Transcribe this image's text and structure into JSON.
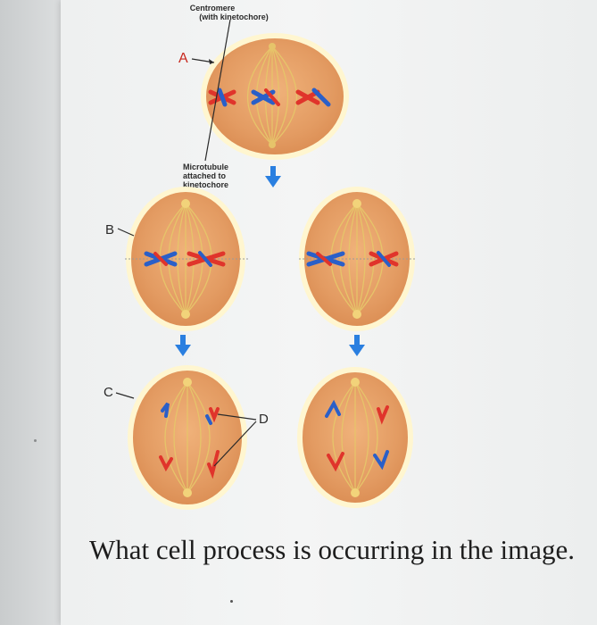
{
  "labels": {
    "centromere_line1": "Centromere",
    "centromere_line2": "(with kinetochore)",
    "microtubule_line1": "Microtubule",
    "microtubule_line2": "attached to",
    "microtubule_line3": "kinetochore",
    "a": "A",
    "b": "B",
    "c": "C",
    "d": "D"
  },
  "question": "What cell process is occurring in the image.",
  "colors": {
    "cell_fill": "#e39b62",
    "cell_edge": "#fff6d0",
    "spindle": "#e6c46a",
    "chromosome_red": "#e0342b",
    "chromosome_blue": "#2a5fc8",
    "arrow_blue": "#2a7fe0",
    "label_red": "#c8281e"
  },
  "icons": [
    "down-arrow-icon",
    "pointer-arrow-icon"
  ]
}
